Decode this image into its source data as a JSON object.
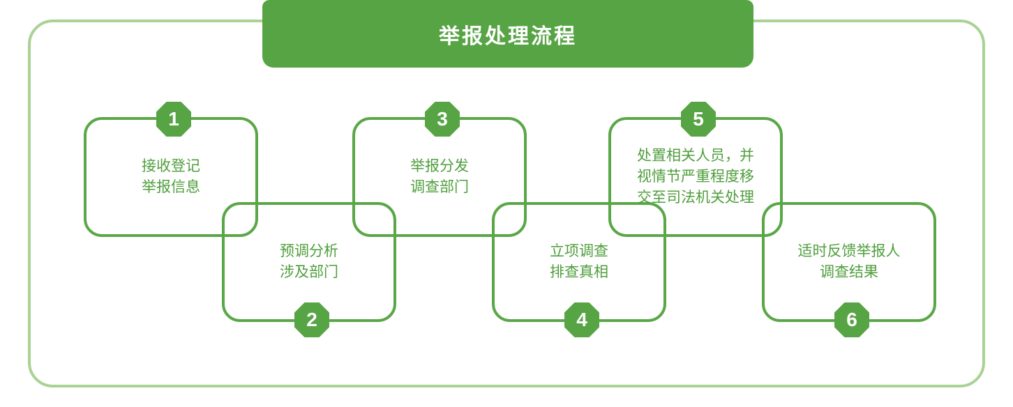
{
  "title": "举报处理流程",
  "colors": {
    "banner_green": "#57a445",
    "box_border_green": "#5aa747",
    "frame_light_green": "#a9d294",
    "text_green": "#4f9e3c",
    "badge_green": "#57a445"
  },
  "steps": [
    {
      "number": "1",
      "lines": [
        "接收登记",
        "举报信息"
      ]
    },
    {
      "number": "2",
      "lines": [
        "预调分析",
        "涉及部门"
      ]
    },
    {
      "number": "3",
      "lines": [
        "举报分发",
        "调查部门"
      ]
    },
    {
      "number": "4",
      "lines": [
        "立项调查",
        "排查真相"
      ]
    },
    {
      "number": "5",
      "lines": [
        "处置相关人员，并",
        "视情节严重程度移",
        "交至司法机关处理"
      ]
    },
    {
      "number": "6",
      "lines": [
        "适时反馈举报人",
        "调查结果"
      ]
    }
  ]
}
